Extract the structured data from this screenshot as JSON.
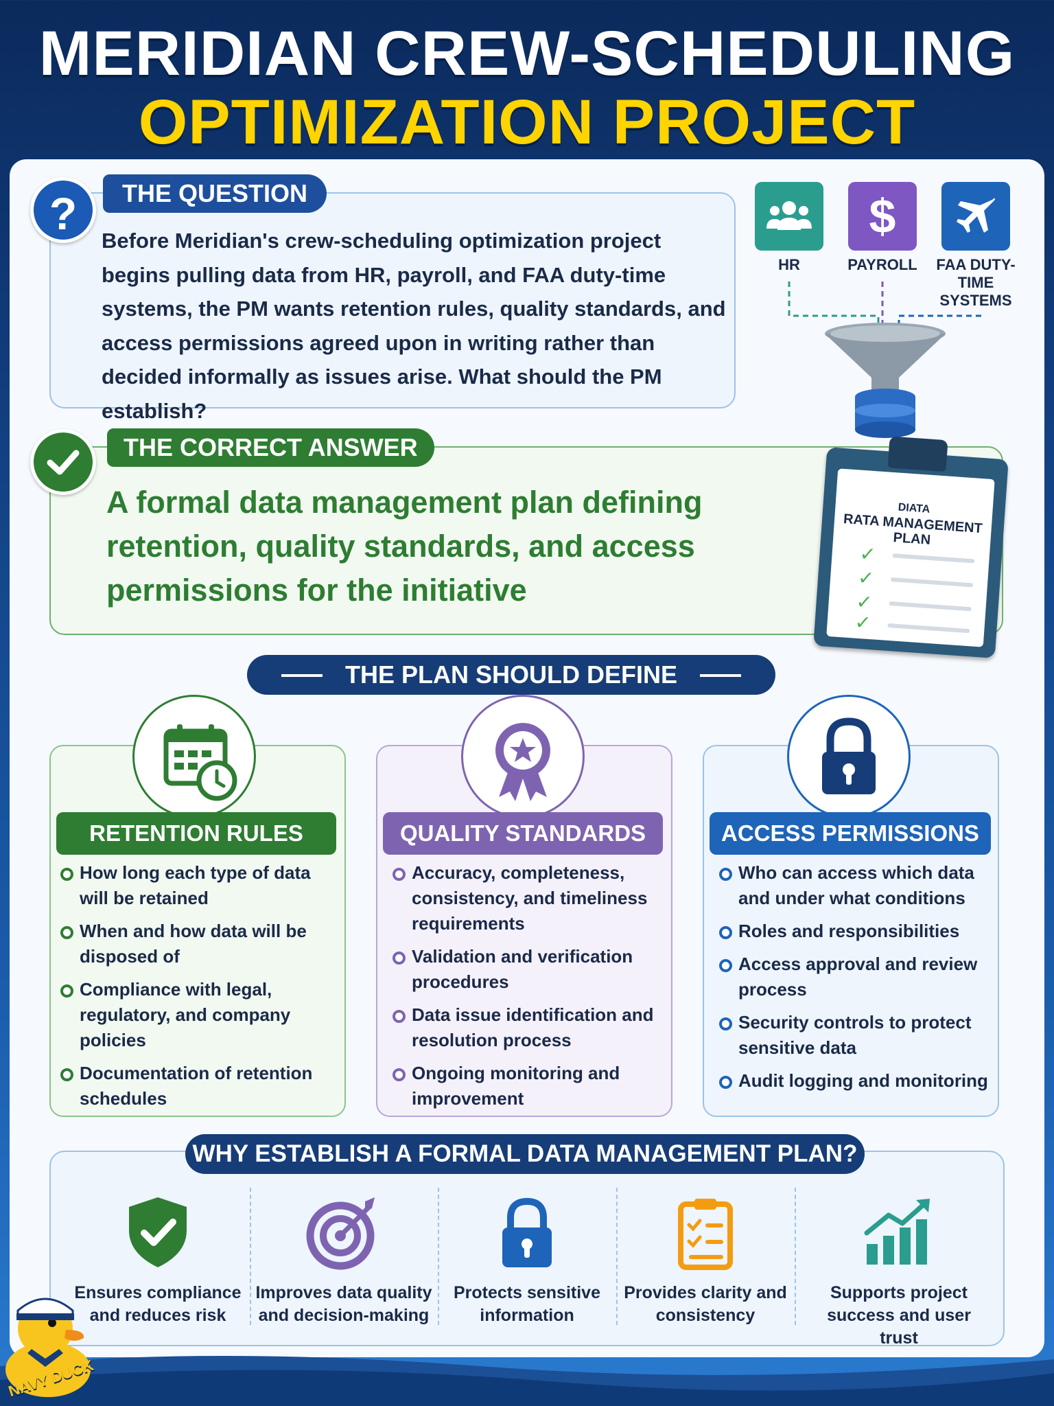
{
  "title": {
    "line1": "MERIDIAN CREW-SCHEDULING",
    "line2": "OPTIMIZATION PROJECT"
  },
  "question": {
    "tag": "THE QUESTION",
    "icon": "question-icon",
    "text": "Before Meridian's crew-scheduling optimization project begins pulling data from HR, payroll, and FAA duty-time systems, the PM wants retention rules, quality standards, and access permissions agreed upon in writing rather than decided informally as issues arise. What should the PM establish?"
  },
  "sources": [
    {
      "label": "HR",
      "icon": "people-icon",
      "color": "#2a9d8f"
    },
    {
      "label": "PAYROLL",
      "icon": "dollar-icon",
      "color": "#7e57c2"
    },
    {
      "label": "FAA DUTY-TIME SYSTEMS",
      "icon": "airplane-icon",
      "color": "#1e64b8"
    }
  ],
  "answer": {
    "tag": "THE CORRECT ANSWER",
    "icon": "check-icon",
    "text": "A formal data management plan defining retention, quality standards, and access permissions for the initiative"
  },
  "clipboard": {
    "title_line1": "DIATA",
    "title_line2": "RATA MANAGEMENT",
    "title_line3": "PLAN"
  },
  "plan_header": "THE PLAN SHOULD DEFINE",
  "columns": [
    {
      "title": "RETENTION RULES",
      "icon": "calendar-clock-icon",
      "color": "#2e7d32",
      "items": [
        "How long each type of data will be retained",
        "When and how data will be disposed of",
        "Compliance with legal, regulatory, and company policies",
        "Documentation of retention schedules"
      ]
    },
    {
      "title": "QUALITY STANDARDS",
      "icon": "award-ribbon-icon",
      "color": "#7e64b0",
      "items": [
        "Accuracy, completeness, consistency, and timeliness requirements",
        "Validation and verification procedures",
        "Data issue identification and resolution process",
        "Ongoing monitoring and improvement"
      ]
    },
    {
      "title": "ACCESS PERMISSIONS",
      "icon": "padlock-icon",
      "color": "#1e64b8",
      "items": [
        "Who can access which data and under what conditions",
        "Roles and responsibilities",
        "Access approval and review process",
        "Security controls to protect sensitive data",
        "Audit logging and monitoring"
      ]
    }
  ],
  "why": {
    "header": "WHY ESTABLISH A FORMAL DATA MANAGEMENT PLAN?",
    "items": [
      {
        "label": "Ensures compliance and reduces risk",
        "icon": "shield-check-icon"
      },
      {
        "label": "Improves data quality and decision-making",
        "icon": "target-icon"
      },
      {
        "label": "Protects sensitive information",
        "icon": "padlock-icon"
      },
      {
        "label": "Provides clarity and consistency",
        "icon": "clipboard-checklist-icon"
      },
      {
        "label": "Supports project success and user trust",
        "icon": "growth-chart-icon"
      }
    ]
  },
  "brand": "NAVY DUCK"
}
